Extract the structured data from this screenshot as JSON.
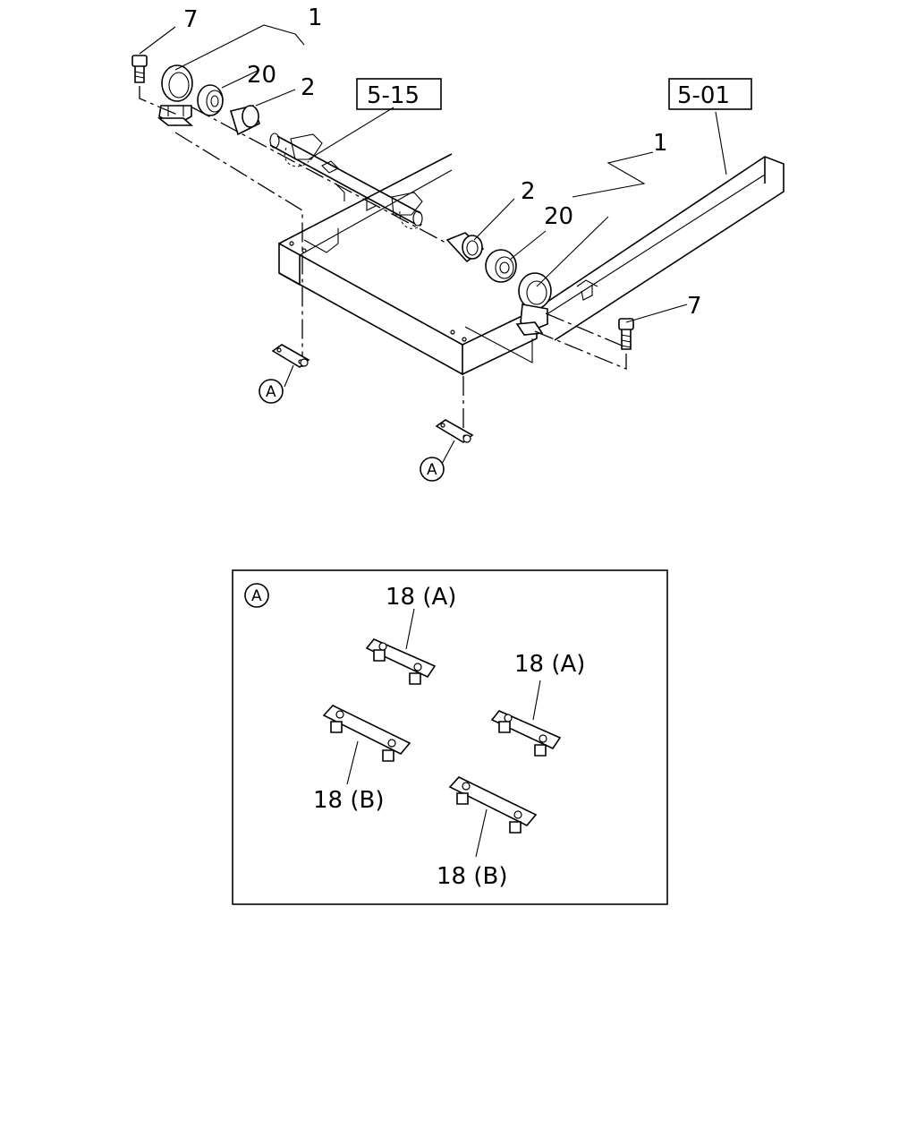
{
  "main": {
    "callouts": {
      "bolt_left": "7",
      "clamp_left": "1",
      "bushing20_left": "20",
      "bushing2_left": "2",
      "ref_left": "5-15",
      "ref_right": "5-01",
      "clamp_right": "1",
      "bushing2_right": "2",
      "bushing20_right": "20",
      "bolt_right": "7",
      "marker_left": "A",
      "marker_center": "A"
    }
  },
  "detail": {
    "marker": "A",
    "plates": [
      {
        "label": "18 (A)"
      },
      {
        "label": "18 (A)"
      },
      {
        "label": "18 (B)"
      },
      {
        "label": "18 (B)"
      }
    ]
  }
}
